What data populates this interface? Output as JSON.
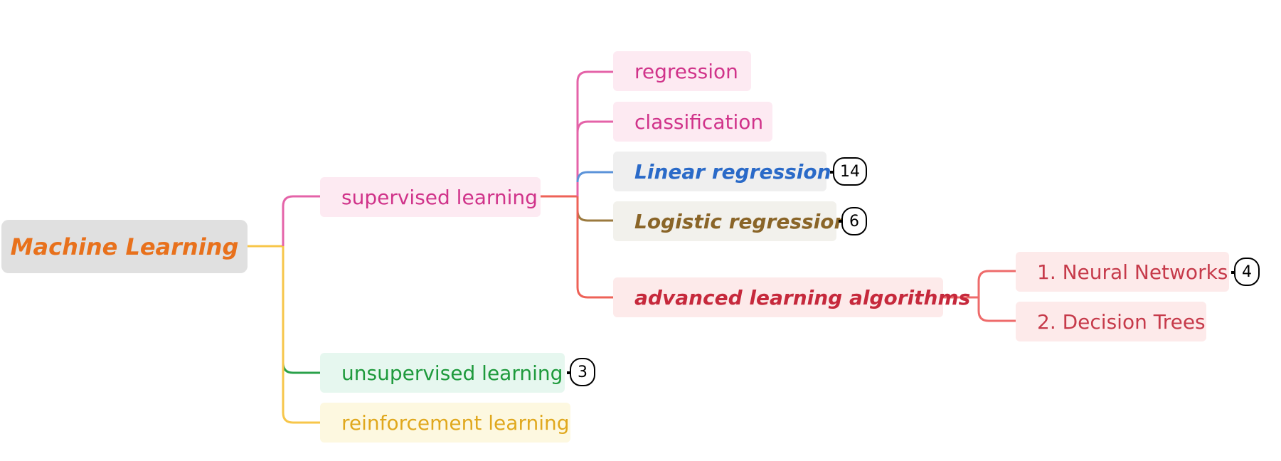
{
  "mindmap": {
    "root": "Machine Learning",
    "supervised": {
      "label": "supervised learning",
      "children": {
        "regression": "regression",
        "classification": "classification",
        "linear": {
          "label": "Linear regression",
          "count": "14"
        },
        "logistic": {
          "label": "Logistic regression",
          "count": "6"
        },
        "advanced": {
          "label": "advanced learning algorithms",
          "children": {
            "neural": {
              "label": "1. Neural Networks",
              "count": "4"
            },
            "trees": {
              "label": "2. Decision Trees"
            }
          }
        }
      }
    },
    "unsupervised": {
      "label": "unsupervised learning",
      "count": "3"
    },
    "reinforcement": {
      "label": "reinforcement learning"
    }
  },
  "colors": {
    "root_branch": "#f7c64a",
    "supervised_branch": "#e463a8",
    "supervised_out": "#ee6257",
    "regression_link": "#e463a8",
    "classification_link": "#e463a8",
    "linear_link": "#5b93d9",
    "logistic_link": "#9b7a3e",
    "advanced_link": "#ee6257",
    "advanced_out": "#ee6b6b",
    "unsupervised_link": "#2aa14a",
    "reinforcement_link": "#f7c64a"
  }
}
